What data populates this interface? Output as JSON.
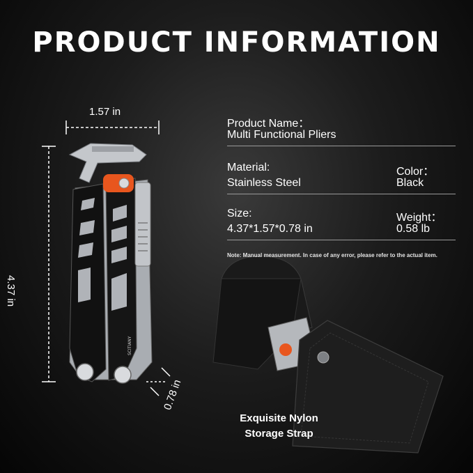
{
  "title": "PRODUCT INFORMATION",
  "dimensions": {
    "width": "1.57 in",
    "height": "4.37 in",
    "depth": "0.78 in"
  },
  "specs": {
    "product_name_label": "Product Name：",
    "product_name_value": "Multi Functional Pliers",
    "material_label": "Material:",
    "material_value": "Stainless Steel",
    "color_label": "Color：",
    "color_value": "Black",
    "size_label": "Size:",
    "size_value": "4.37*1.57*0.78 in",
    "weight_label": "Weight：",
    "weight_value": "0.58 lb"
  },
  "note": "Note: Manual measurement. In case of any error, please refer to the actual item.",
  "caption_line1": "Exquisite Nylon",
  "caption_line2": "Storage Strap",
  "handle_brand_text": "SCITIANY",
  "colors": {
    "accent_orange": "#e8561e",
    "steel": "#b9bcc0",
    "handle_black": "#111111"
  }
}
